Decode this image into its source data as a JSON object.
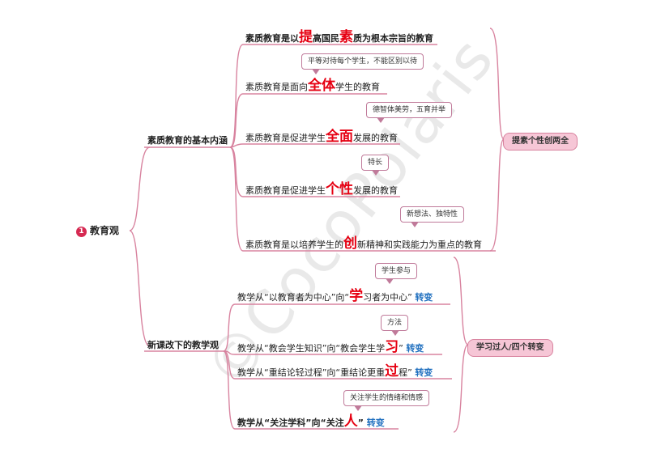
{
  "watermark": "©CocoPolaris",
  "root": {
    "number": "1",
    "label": "教育观"
  },
  "branch1": {
    "title": "素质教育的基本内涵",
    "summary": "提素个性创两全",
    "items": [
      {
        "pre": "素质教育是以",
        "hl1": "提",
        "mid": "高国民",
        "hl2": "素",
        "post": "质为根本宗旨的教育"
      },
      {
        "pre": "素质教育是面向",
        "hl": "全体",
        "post": "学生的教育"
      },
      {
        "pre": "素质教育是促进学生",
        "hl": "全面",
        "post": "发展的教育"
      },
      {
        "pre": "素质教育是促进学生",
        "hl": "个性",
        "post": "发展的教育"
      },
      {
        "pre": "素质教育是以培养学生的",
        "hl": "创",
        "post": "新精神和实践能力为重点的教育"
      }
    ],
    "notes": [
      "平等对待每个学生，不能区别以待",
      "德智体美劳，五育并举",
      "特长",
      "新想法、独特性"
    ]
  },
  "branch2": {
    "title": "新课改下的教学观",
    "summary": "学习过人/四个转变",
    "items": [
      {
        "pre": "教学从“以教育者为中心”向“",
        "hl": "学",
        "post": "习者为中心”",
        "tail": "转变"
      },
      {
        "pre": "教学从“教会学生知识”向“教会学生学",
        "hl": "习",
        "post": "”",
        "tail": "转变"
      },
      {
        "pre": "教学从“重结论轻过程”向“重结论更重",
        "hl": "过",
        "post": "程”",
        "tail": "转变"
      },
      {
        "pre": "教学从“关注学科”向“关注",
        "hl": "人",
        "post": "”",
        "tail": "转变"
      }
    ],
    "notes": [
      "学生参与",
      "方法",
      "关注学生的情绪和情感"
    ]
  }
}
